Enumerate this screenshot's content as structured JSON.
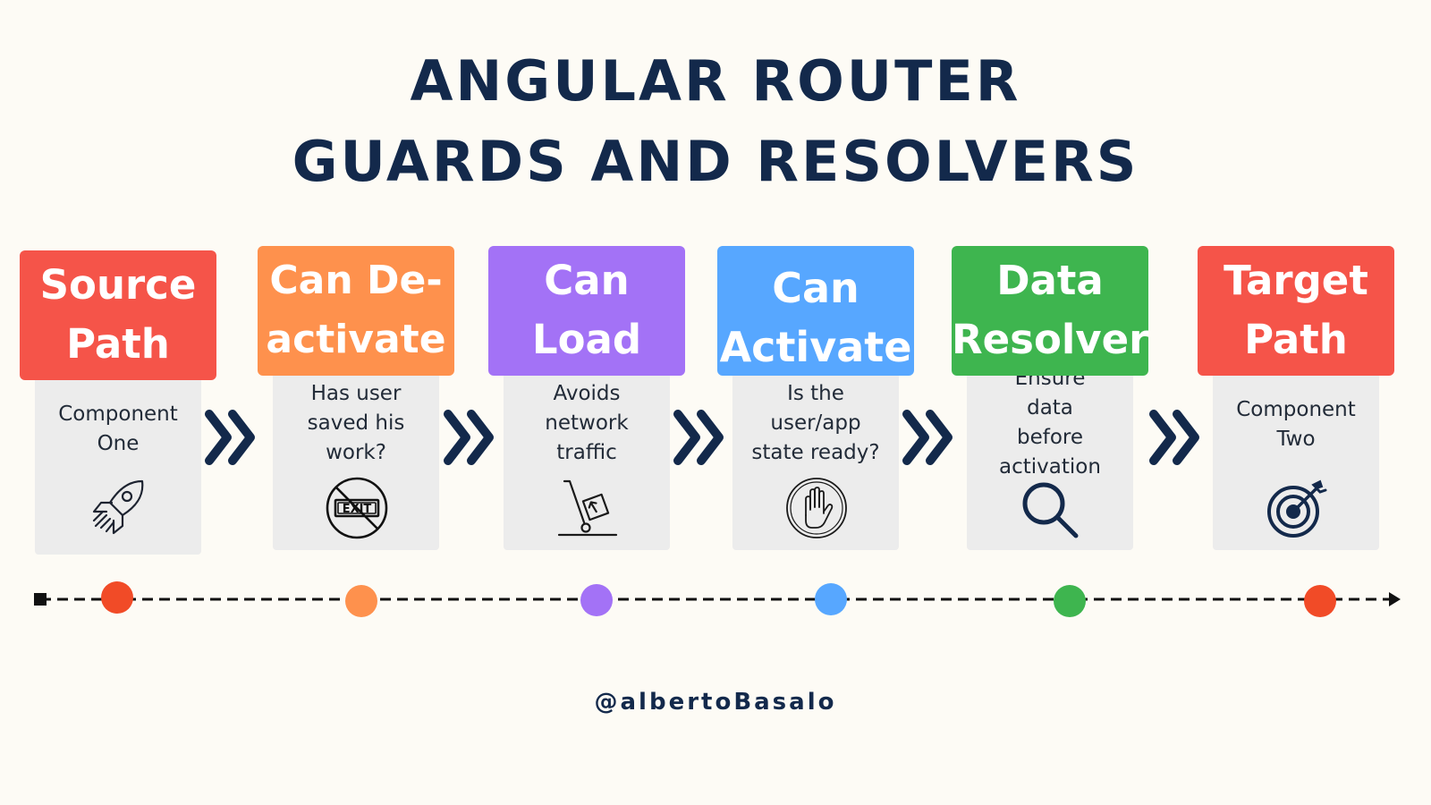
{
  "title": {
    "line1": "ANGULAR ROUTER",
    "line2": "GUARDS AND RESOLVERS"
  },
  "stages": [
    {
      "header": [
        "Source",
        "Path"
      ],
      "description": [
        "Component",
        "One"
      ],
      "icon": "rocket-icon",
      "color": "#f55449"
    },
    {
      "header": [
        "Can De-",
        "activate"
      ],
      "description": [
        "Has user",
        "saved his",
        "work?"
      ],
      "icon": "no-exit-icon",
      "color": "#fe914d"
    },
    {
      "header": [
        "Can",
        "Load"
      ],
      "description": [
        "Avoids",
        "network",
        "traffic"
      ],
      "icon": "hand-truck-icon",
      "color": "#a372f6"
    },
    {
      "header": [
        "Can",
        "Activate"
      ],
      "description": [
        "Is the",
        "user/app",
        "state ready?"
      ],
      "icon": "stop-hand-icon",
      "color": "#57a7ff"
    },
    {
      "header": [
        "Data",
        "Resolver"
      ],
      "description": [
        "Ensure",
        "data",
        "before",
        "activation"
      ],
      "icon": "magnifier-icon",
      "color": "#3eb54f"
    },
    {
      "header": [
        "Target",
        "Path"
      ],
      "description": [
        "Component",
        "Two"
      ],
      "icon": "target-icon",
      "color": "#f55449"
    }
  ],
  "timeline_dots": [
    "#f14b27",
    "#fe914d",
    "#a372f6",
    "#57a7ff",
    "#3eb54f",
    "#f14b27"
  ],
  "handle": "@albertoBasalo"
}
